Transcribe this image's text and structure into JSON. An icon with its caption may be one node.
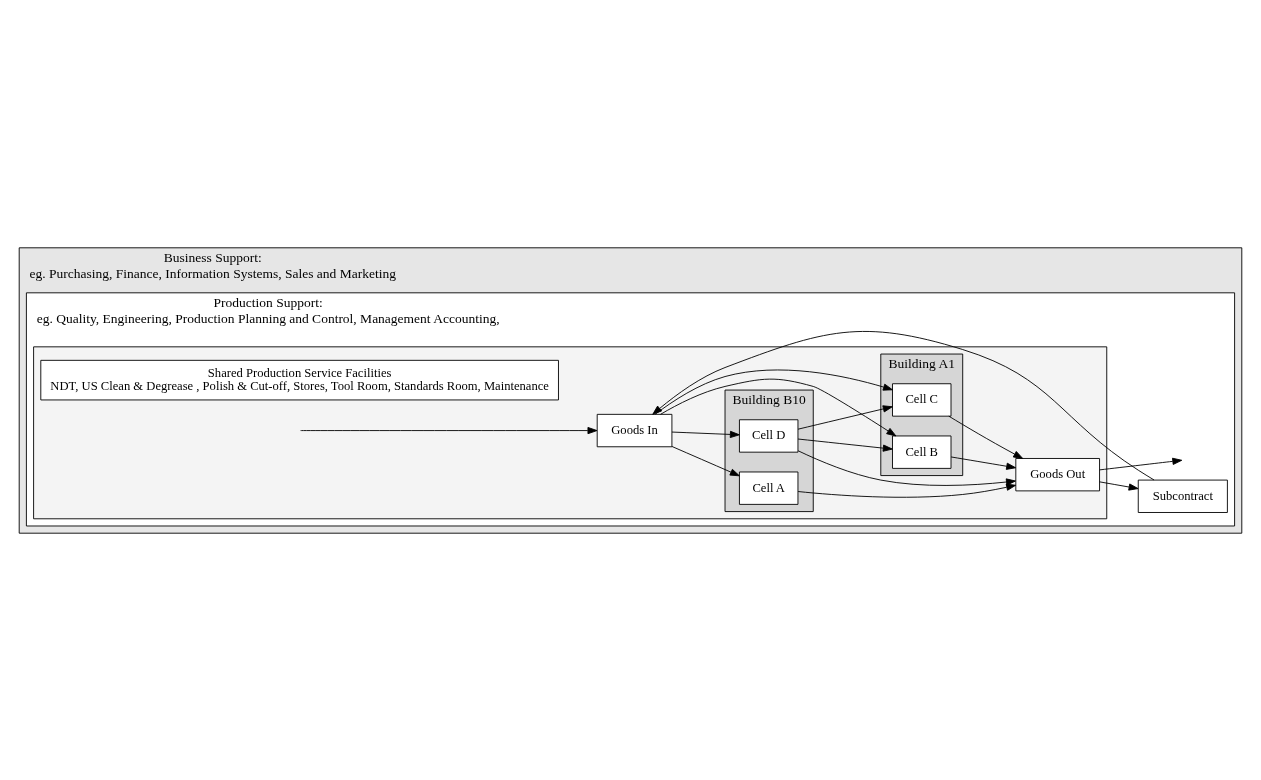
{
  "diagram": {
    "nodes": [
      {
        "text": [
          "Business Support:",
          "eg. Purchasing, Finance, Information Systems, Sales and Marketing"
        ]
      },
      {
        "text": [
          "Production Support:",
          "eg. Quality, Engineering, Production Planning and Control, Management Accounting,"
        ],
        "in": 0
      },
      {
        "text": [],
        "shape": "box",
        "in": 1
      },
      {
        "text": [
          "Goods In"
        ],
        "in": 2
      },
      {
        "text": [
          "Building B10"
        ],
        "in": 2
      },
      {
        "text": [
          "Cell A"
        ],
        "in": 4
      },
      {
        "text": [
          "Cell D"
        ],
        "in": 4
      },
      {
        "text": [
          "Building A1"
        ],
        "in": 2
      },
      {
        "text": [
          "Cell B"
        ],
        "in": 7
      },
      {
        "text": [
          "Cell C"
        ],
        "in": 7
      },
      {
        "text": [
          "Goods Out"
        ],
        "in": 2
      },
      {
        "text": [
          "Shared Production Service Facilities",
          "NDT, US Clean & Degrease , Polish & Cut-off, Stores, Tool Room, Standards Room, Maintenance"
        ],
        "in": 2
      },
      {
        "text": [
          "Subcontract"
        ],
        "in": 1
      }
    ],
    "edges": [
      {
        "from": null,
        "to": 3,
        "arrow": "to"
      },
      {
        "from": 3,
        "to": 5,
        "arrow": "to"
      },
      {
        "from": 3,
        "to": 8,
        "arrow": "to"
      },
      {
        "from": 3,
        "to": 6,
        "arrow": "to"
      },
      {
        "from": 3,
        "to": 9,
        "arrow": "to"
      },
      {
        "from": 5,
        "to": 10,
        "arrow": "to"
      },
      {
        "from": 8,
        "to": 10,
        "arrow": "to"
      },
      {
        "from": 6,
        "to": 8,
        "arrow": "to"
      },
      {
        "from": 6,
        "to": 10,
        "arrow": "to"
      },
      {
        "from": 6,
        "to": 9,
        "arrow": "to"
      },
      {
        "from": 9,
        "to": 10,
        "arrow": "to"
      },
      {
        "from": 10,
        "to": null,
        "arrow": "to"
      },
      {
        "from": 10,
        "to": 12,
        "arrow": "to"
      },
      {
        "from": 12,
        "to": 3,
        "arrow": "to"
      }
    ]
  }
}
